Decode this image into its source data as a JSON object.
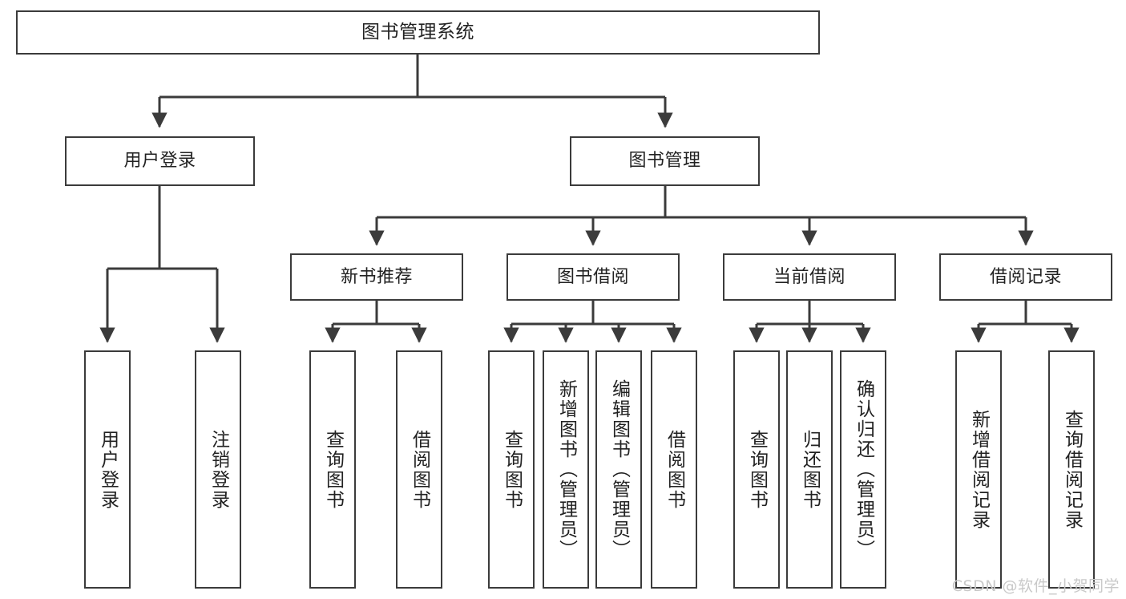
{
  "diagram": {
    "title": "图书管理系统",
    "type": "tree-hierarchy-diagram",
    "watermark": "CSDN @软件_小贺同学",
    "colors": {
      "node_border": "#3b3b3b",
      "node_fill": "#ffffff",
      "edge": "#3b3b3b",
      "text": "#222222",
      "watermark": "#c9c9c9",
      "background": "#ffffff"
    }
  },
  "nodes": {
    "root": {
      "label": "图书管理系统"
    },
    "level2": [
      {
        "id": "user-login",
        "label": "用户登录"
      },
      {
        "id": "book-manage",
        "label": "图书管理"
      }
    ],
    "level3": [
      {
        "id": "new-book-recommend",
        "label": "新书推荐"
      },
      {
        "id": "book-borrow",
        "label": "图书借阅"
      },
      {
        "id": "current-borrow",
        "label": "当前借阅"
      },
      {
        "id": "borrow-record",
        "label": "借阅记录"
      }
    ],
    "leaves": {
      "user-login": [
        {
          "id": "leaf-user-login",
          "label": "用户登录"
        },
        {
          "id": "leaf-logout-login",
          "label": "注销登录"
        }
      ],
      "new-book-recommend": [
        {
          "id": "leaf-query-book-1",
          "label": "查询图书"
        },
        {
          "id": "leaf-borrow-book-1",
          "label": "借阅图书"
        }
      ],
      "book-borrow": [
        {
          "id": "leaf-query-book-2",
          "label": "查询图书"
        },
        {
          "id": "leaf-add-book",
          "label": "新增图书（管理员）"
        },
        {
          "id": "leaf-edit-book",
          "label": "编辑图书（管理员）"
        },
        {
          "id": "leaf-borrow-book-2",
          "label": "借阅图书"
        }
      ],
      "current-borrow": [
        {
          "id": "leaf-query-book-3",
          "label": "查询图书"
        },
        {
          "id": "leaf-return-book",
          "label": "归还图书"
        },
        {
          "id": "leaf-confirm-return",
          "label": "确认归还（管理员）"
        }
      ],
      "borrow-record": [
        {
          "id": "leaf-add-borrow-record",
          "label": "新增借阅记录"
        },
        {
          "id": "leaf-query-borrow-record",
          "label": "查询借阅记录"
        }
      ]
    }
  }
}
